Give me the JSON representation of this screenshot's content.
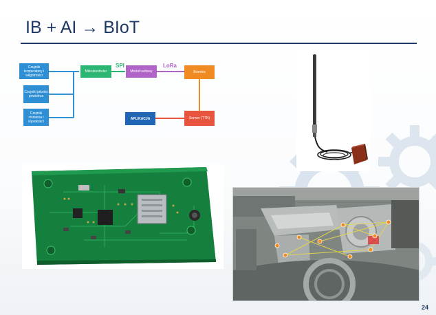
{
  "slide": {
    "title": "IB + AI → BIoT",
    "page_number": "24"
  },
  "diagram": {
    "blocks": {
      "temp_humidity": "Czujniki temperatury i wilgotności",
      "air_quality": "Czujniki jakości powietrza",
      "pressure_altitude": "Czujniki ciśnienia i wysokości",
      "microcontroller": "Mikrokontroler",
      "radio_module": "Moduł radiowy",
      "gateway": "Bramka",
      "server": "Serwer (TTN)",
      "application": "APLIKACJA"
    },
    "protocols": {
      "spi": "SPI",
      "lora": "LoRa"
    },
    "colors": {
      "sensor_blue": "#2e8fd5",
      "controller_green": "#2bb673",
      "radio_purple": "#b064c7",
      "gateway_orange": "#f08a23",
      "server_red": "#e8553f",
      "app_navy": "#2166b5",
      "title_navy": "#1f3864"
    }
  }
}
